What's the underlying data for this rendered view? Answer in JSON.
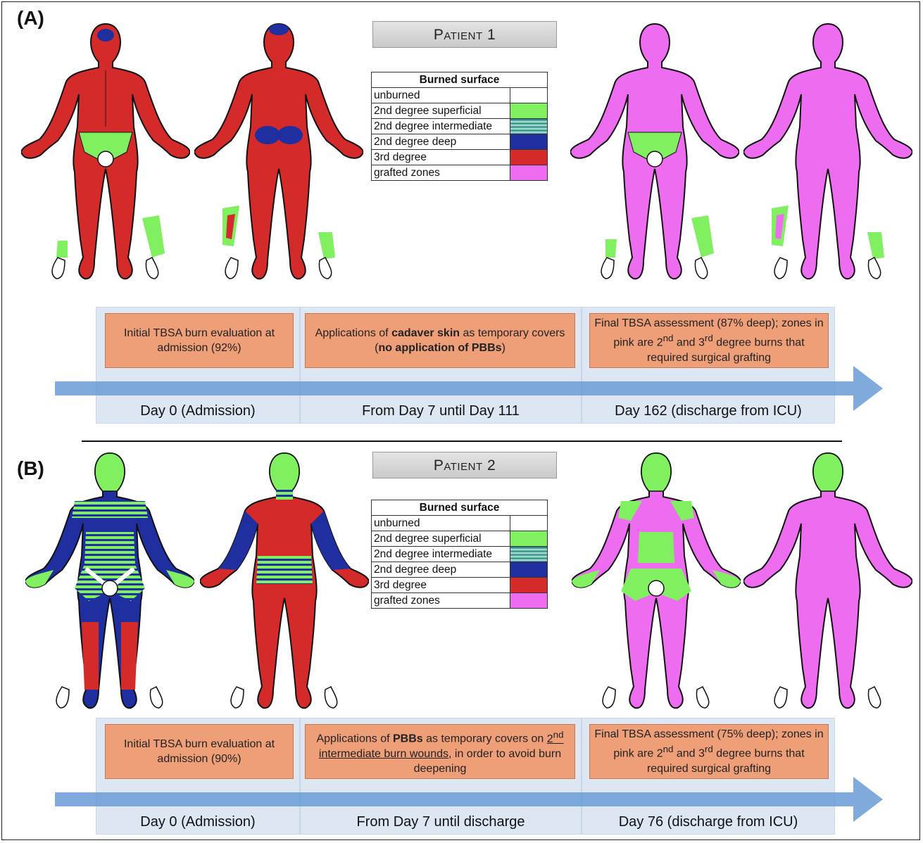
{
  "legend": {
    "title": "Burned surface",
    "items": [
      {
        "label": "unburned",
        "color": "#ffffff",
        "pattern": "solid"
      },
      {
        "label": "2nd degree superficial",
        "color": "#80f060",
        "pattern": "solid"
      },
      {
        "label": "2nd degree intermediate",
        "color": "#2f8a87",
        "pattern": "stripes"
      },
      {
        "label": "2nd degree deep",
        "color": "#1f2fa0",
        "pattern": "solid"
      },
      {
        "label": "3rd degree",
        "color": "#d42a2a",
        "pattern": "solid"
      },
      {
        "label": "grafted zones",
        "color": "#ee6cf0",
        "pattern": "solid"
      }
    ]
  },
  "panel_a": {
    "label": "(A)",
    "patient": "Patient 1",
    "steps": [
      {
        "day": "Day 0 (Admission)",
        "text_parts": [
          "Initial TBSA burn evaluation at admission (92%)"
        ]
      },
      {
        "day": "From Day 7 until Day 111",
        "text_parts": [
          "Applications of ",
          "cadaver skin",
          " as temporary covers (",
          "no application of PBBs",
          ")"
        ]
      },
      {
        "day": "Day 162 (discharge from ICU)",
        "text_parts": [
          "Final TBSA assessment (87% deep); zones in pink are 2",
          "nd",
          " and 3",
          "rd",
          " degree burns that required surgical grafting"
        ]
      }
    ]
  },
  "panel_b": {
    "label": "(B)",
    "patient": "Patient 2",
    "steps": [
      {
        "day": "Day 0 (Admission)",
        "text_parts": [
          "Initial TBSA burn evaluation at admission (90%)"
        ]
      },
      {
        "day": "From Day 7 until discharge",
        "text_parts": [
          "Applications of ",
          "PBBs",
          " as temporary covers on ",
          "2",
          "nd",
          " intermediate burn wounds",
          ", in order to avoid burn deepening"
        ]
      },
      {
        "day": "Day 76 (discharge from ICU)",
        "text_parts": [
          "Final TBSA assessment (75% deep); zones in pink are 2",
          "nd",
          " and 3",
          "rd",
          " degree burns that required surgical grafting"
        ]
      }
    ]
  },
  "colors": {
    "arrow": "#6b9bd6",
    "timeline_bg": "#dde6f3",
    "box": "#ef9f78",
    "skin_red": "#d42a2a",
    "skin_green": "#80f060",
    "skin_blue": "#1f2fa0",
    "skin_pink": "#ee6cf0"
  }
}
